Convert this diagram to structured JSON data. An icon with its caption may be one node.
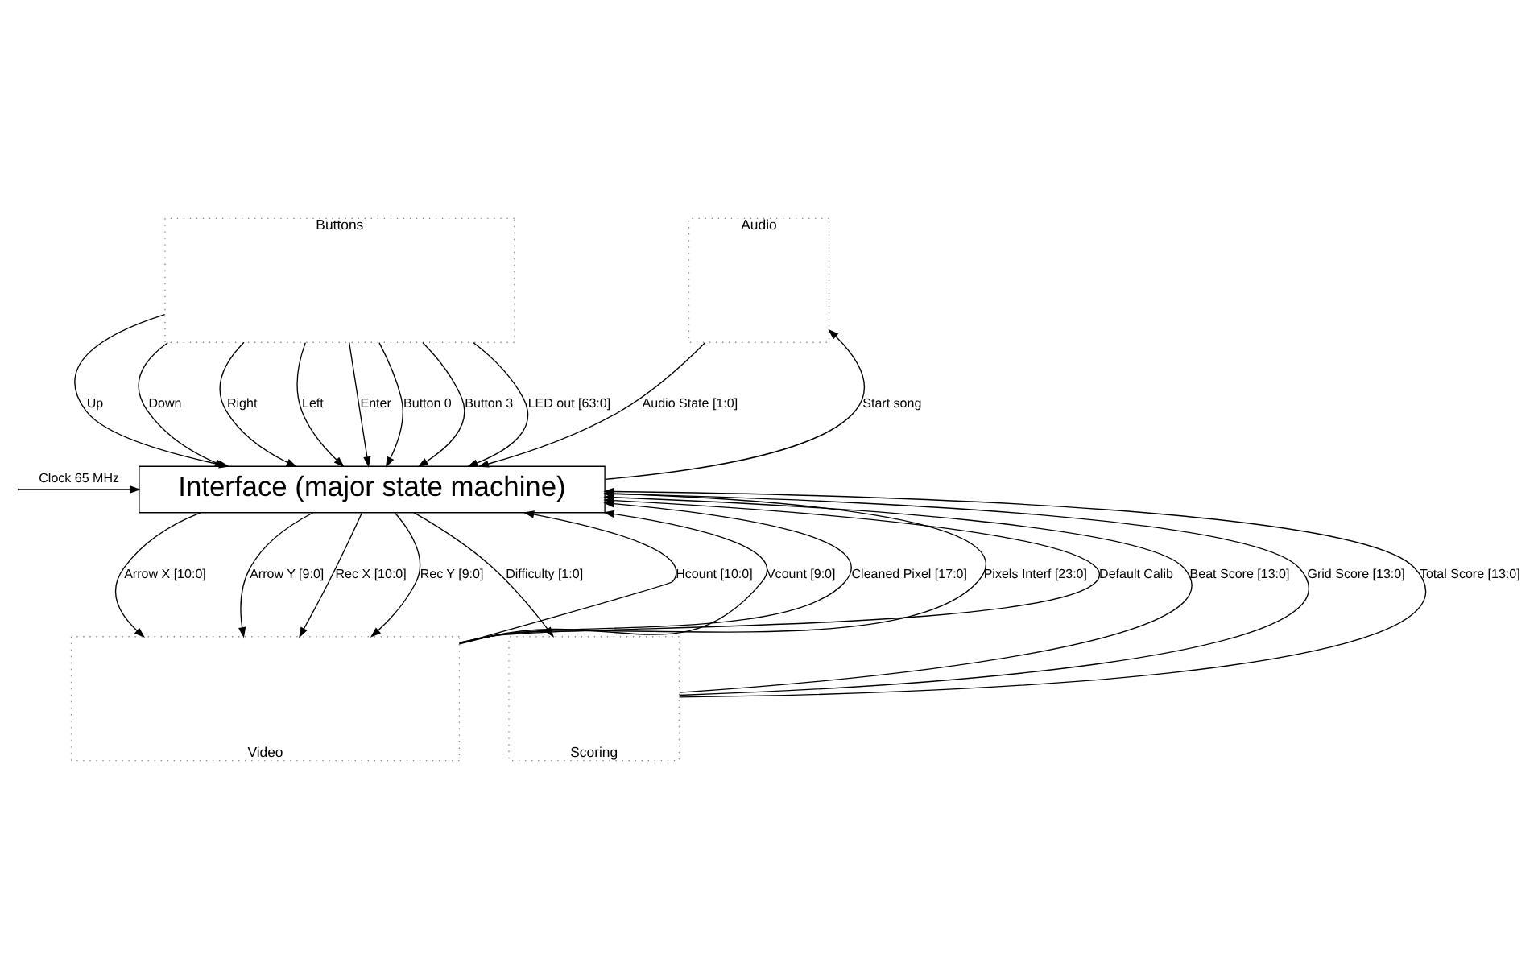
{
  "diagram": {
    "nodes": [
      {
        "text": [
          "Buttons"
        ]
      },
      {
        "text": [
          "Audio"
        ]
      },
      {
        "text": [
          "Interface (major state machine)"
        ]
      },
      {
        "text": [
          "Video"
        ]
      },
      {
        "text": [
          "Scoring"
        ]
      }
    ],
    "edges": [
      {
        "from": 0,
        "to": 2,
        "arrow": "to",
        "label": "Up"
      },
      {
        "from": 0,
        "to": 2,
        "arrow": "to",
        "label": "Down"
      },
      {
        "from": 0,
        "to": 2,
        "arrow": "to",
        "label": "Right"
      },
      {
        "from": 0,
        "to": 2,
        "arrow": "to",
        "label": "Left"
      },
      {
        "from": 0,
        "to": 2,
        "arrow": "to",
        "label": "Enter"
      },
      {
        "from": 0,
        "to": 2,
        "arrow": "to",
        "label": "Button 0"
      },
      {
        "from": 0,
        "to": 2,
        "arrow": "to",
        "label": "Button 3"
      },
      {
        "from": 0,
        "to": 2,
        "arrow": "to",
        "label": "LED out [63:0]"
      },
      {
        "from": 2,
        "to": 1,
        "arrow": "to",
        "label": "Start song"
      },
      {
        "from": 1,
        "to": 2,
        "arrow": "to",
        "label": "Audio State [1:0]"
      },
      {
        "from": null,
        "to": 2,
        "arrow": "to",
        "label": "Clock 65 MHz"
      },
      {
        "from": 3,
        "to": 2,
        "arrow": "to",
        "label": "Hcount [10:0]"
      },
      {
        "from": 3,
        "to": 2,
        "arrow": "to",
        "label": "Vcount [9:0]"
      },
      {
        "from": 2,
        "to": 3,
        "arrow": "to",
        "label": "Arrow X [10:0]"
      },
      {
        "from": 2,
        "to": 3,
        "arrow": "to",
        "label": "Arrow Y [9:0]"
      },
      {
        "from": 2,
        "to": 3,
        "arrow": "to",
        "label": "Rec X [10:0]"
      },
      {
        "from": 2,
        "to": 3,
        "arrow": "to",
        "label": "Rec Y [9:0]"
      },
      {
        "from": 3,
        "to": 2,
        "arrow": "to",
        "label": "Cleaned Pixel [17:0]"
      },
      {
        "from": 3,
        "to": 2,
        "arrow": "to",
        "label": "Pixels Interf [23:0]"
      },
      {
        "from": 3,
        "to": 2,
        "arrow": "to",
        "label": "Default Calib"
      },
      {
        "from": 2,
        "to": 4,
        "arrow": "to",
        "label": "Difficulty [1:0]"
      },
      {
        "from": 4,
        "to": 2,
        "arrow": "to",
        "label": "Beat Score [13:0]"
      },
      {
        "from": 4,
        "to": 2,
        "arrow": "to",
        "label": "Grid Score [13:0]"
      },
      {
        "from": 4,
        "to": 2,
        "arrow": "to",
        "label": "Total Score [13:0]"
      }
    ]
  }
}
